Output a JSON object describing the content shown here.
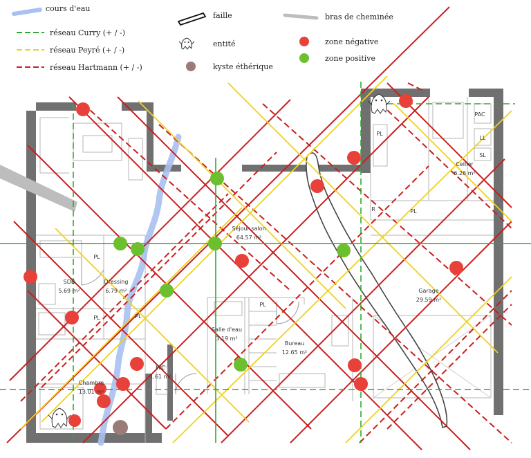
{
  "legend": {
    "water": "cours d'eau",
    "curry": "réseau Curry (+ / -)",
    "peyre": "réseau Peyré (+ / -)",
    "hartmann": "réseau Hartmann (+ / -)",
    "fault": "faille",
    "entity": "entité",
    "cyst": "kyste éthérique",
    "chimney": "bras de cheminée",
    "negative": "zone négative",
    "positive": "zone positive"
  },
  "rooms": {
    "sejour": {
      "name": "Séjour salon",
      "area": "64.57 m²"
    },
    "sdb": {
      "name": "SDB",
      "area": "5.69 m²"
    },
    "dressing": {
      "name": "Dressing",
      "area": "6.79 m²"
    },
    "salle_eau": {
      "name": "Salle d'eau",
      "area": "3.19 m²"
    },
    "bureau": {
      "name": "Bureau",
      "area": "12.65 m²"
    },
    "garage": {
      "name": "Garage",
      "area": "29.59 m²"
    },
    "cellier": {
      "name": "Cellier",
      "area": "6.26 m²"
    },
    "wc": {
      "name": "WC",
      "area": "1.61 m²"
    },
    "chambre": {
      "name": "Chambre",
      "area": "13.01 m²"
    }
  },
  "tags": {
    "pac": "PAC",
    "ll": "LL",
    "sl": "SL",
    "pl": "PL",
    "r": "R"
  },
  "colors": {
    "wall": "#707070",
    "water": "#a9c0f0",
    "curry": "#2ea82e",
    "peyre": "#f0d21a",
    "hartmann": "#c81e1e",
    "negative": "#e8413a",
    "positive": "#6cbf2e",
    "cyst": "#9a7b78",
    "chimney": "#bdbdbd"
  }
}
